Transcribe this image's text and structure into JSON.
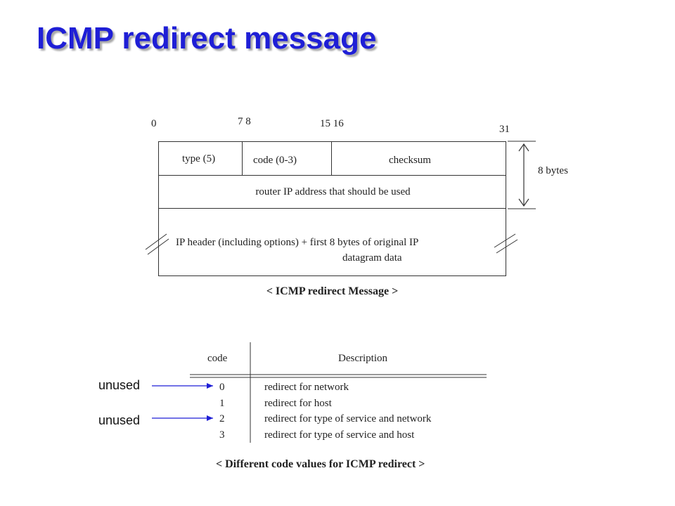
{
  "title": "ICMP redirect message",
  "bit_labels": {
    "b0": "0",
    "b7_8": "7  8",
    "b15_16": "15  16",
    "b31": "31"
  },
  "fields": {
    "type": "type (5)",
    "code": "code  (0-3)",
    "checksum": "checksum",
    "router": "router IP address that should be used",
    "ip_header_line1": "IP header (including options) + first 8 bytes of original IP",
    "ip_header_line2": "datagram data"
  },
  "size_label": "8  bytes",
  "message_caption": "< ICMP redirect Message >",
  "table": {
    "col_code": "code",
    "col_desc": "Description",
    "rows": [
      {
        "code": "0",
        "desc": "redirect for network"
      },
      {
        "code": "1",
        "desc": "redirect for host"
      },
      {
        "code": "2",
        "desc": "redirect for type of service and network"
      },
      {
        "code": "3",
        "desc": "redirect for type of service and host"
      }
    ],
    "caption": "< Different code values for ICMP redirect >"
  },
  "annotations": {
    "unused_1": "unused",
    "unused_2": "unused"
  },
  "colors": {
    "title": "#1f1fd6",
    "arrow": "#1f1fd6",
    "line": "#333333"
  }
}
